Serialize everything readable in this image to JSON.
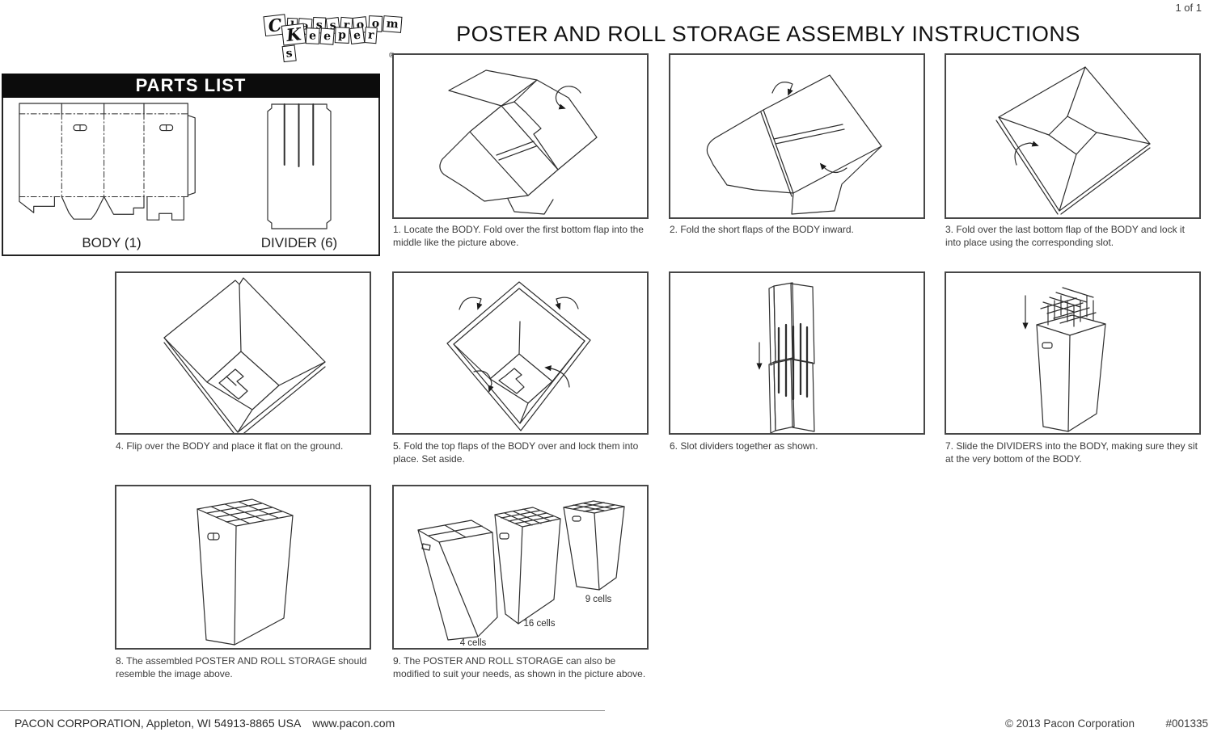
{
  "page": {
    "page_number": "1 of 1"
  },
  "logo": {
    "line1": "Classroom",
    "line2": "Keepers",
    "registered": "®"
  },
  "header": {
    "title": "POSTER AND ROLL STORAGE ASSEMBLY INSTRUCTIONS"
  },
  "parts_list": {
    "title": "PARTS LIST",
    "parts": [
      {
        "name": "BODY (1)"
      },
      {
        "name": "DIVIDER (6)"
      }
    ]
  },
  "steps": [
    {
      "caption": "1. Locate the BODY. Fold over the first bottom flap into the middle like the picture above."
    },
    {
      "caption": "2. Fold the short flaps of the BODY inward."
    },
    {
      "caption": "3. Fold over the last bottom flap of the BODY and lock it into place using the corresponding slot."
    },
    {
      "caption": "4. Flip over the BODY and place it flat on the ground."
    },
    {
      "caption": "5. Fold the top flaps of the BODY over and lock them into place. Set aside."
    },
    {
      "caption": "6. Slot dividers together as shown."
    },
    {
      "caption": "7. Slide the DIVIDERS into the BODY, making sure they sit at the very bottom of the BODY."
    },
    {
      "caption": "8. The assembled POSTER AND ROLL STORAGE should resemble the image above."
    },
    {
      "caption": "9. The POSTER AND ROLL STORAGE can also be modified to suit your needs, as shown in the picture above."
    }
  ],
  "step9_cell_labels": [
    "4 cells",
    "16 cells",
    "9 cells"
  ],
  "footer": {
    "left": "PACON CORPORATION, Appleton, WI 54913-8865 USA",
    "url": "www.pacon.com",
    "copyright": "© 2013 Pacon Corporation",
    "part_number": "#001335"
  },
  "colors": {
    "ink": "#2e2e2e",
    "header_bar": "#0c0c0c",
    "paper": "#ffffff"
  }
}
